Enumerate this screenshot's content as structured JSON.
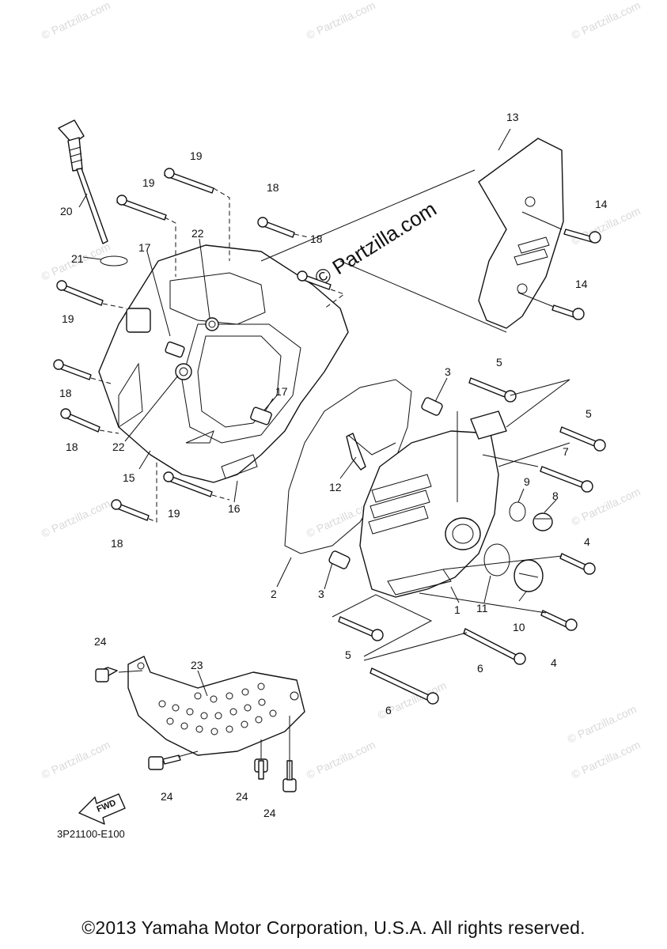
{
  "watermark": {
    "small": "© Partzilla.com",
    "large": "© Partzilla.com"
  },
  "diagram_code": "3P21100-E100",
  "copyright": "©2013 Yamaha Motor Corporation, U.S.A. All rights reserved.",
  "fwd_label": "FWD",
  "callouts": {
    "n1": "1",
    "n2": "2",
    "n3a": "3",
    "n3b": "3",
    "n4a": "4",
    "n4b": "4",
    "n5a": "5",
    "n5b": "5",
    "n5c": "5",
    "n6a": "6",
    "n6b": "6",
    "n7": "7",
    "n8": "8",
    "n9": "9",
    "n10": "10",
    "n11": "11",
    "n12": "12",
    "n13": "13",
    "n14a": "14",
    "n14b": "14",
    "n15": "15",
    "n16": "16",
    "n17a": "17",
    "n17b": "17",
    "n18a": "18",
    "n18b": "18",
    "n18c": "18",
    "n18d": "18",
    "n18e": "18",
    "n19a": "19",
    "n19b": "19",
    "n19c": "19",
    "n19d": "19",
    "n20": "20",
    "n21": "21",
    "n22a": "22",
    "n22b": "22",
    "n23": "23",
    "n24a": "24",
    "n24b": "24",
    "n24c": "24",
    "n24d": "24"
  }
}
